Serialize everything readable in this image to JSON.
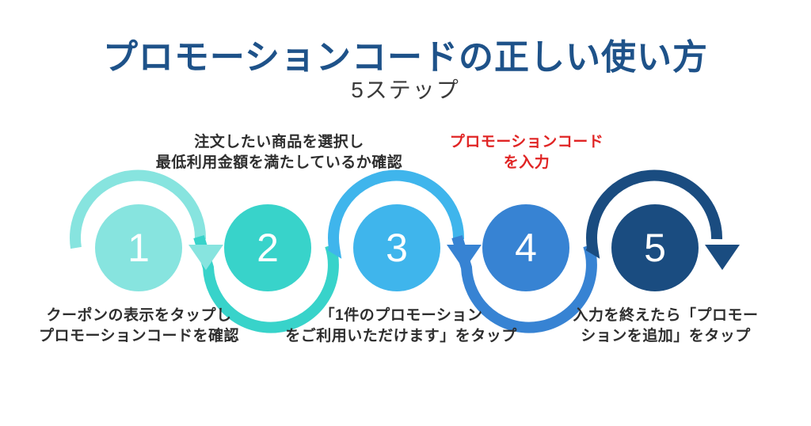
{
  "title": {
    "text": "プロモーションコードの正しい使い方",
    "color": "#1E5289"
  },
  "subtitle": {
    "text": "5ステップ"
  },
  "steps": [
    {
      "number": "1",
      "color": "#87E4DF",
      "label_lines": [
        "クーポンの表示をタップし",
        "プロモーションコードを確認"
      ],
      "label_position": "below",
      "label_color": "#2E2E2E"
    },
    {
      "number": "2",
      "color": "#38D3CA",
      "label_lines": [
        "注文したい商品を選択し",
        "最低利用金額を満たしているか確認"
      ],
      "label_position": "above",
      "label_color": "#2E2E2E"
    },
    {
      "number": "3",
      "color": "#3FB5EC",
      "label_lines": [
        "「1件のプロモーション",
        "をご利用いただけます」をタップ"
      ],
      "label_position": "below",
      "label_color": "#2E2E2E"
    },
    {
      "number": "4",
      "color": "#3783D3",
      "label_lines": [
        "プロモーションコード",
        "を入力"
      ],
      "label_position": "above",
      "label_color": "#E02424"
    },
    {
      "number": "5",
      "color": "#1A4C80",
      "label_lines": [
        "入力を終えたら「プロモー",
        "ションを追加」をタップ"
      ],
      "label_position": "below",
      "label_color": "#2E2E2E"
    }
  ],
  "arrows": [
    {
      "after_step": "1",
      "color": "#87E4DF"
    },
    {
      "after_step": "3",
      "color": "#3783D3"
    },
    {
      "after_step": "5",
      "color": "#1A4C80"
    }
  ]
}
